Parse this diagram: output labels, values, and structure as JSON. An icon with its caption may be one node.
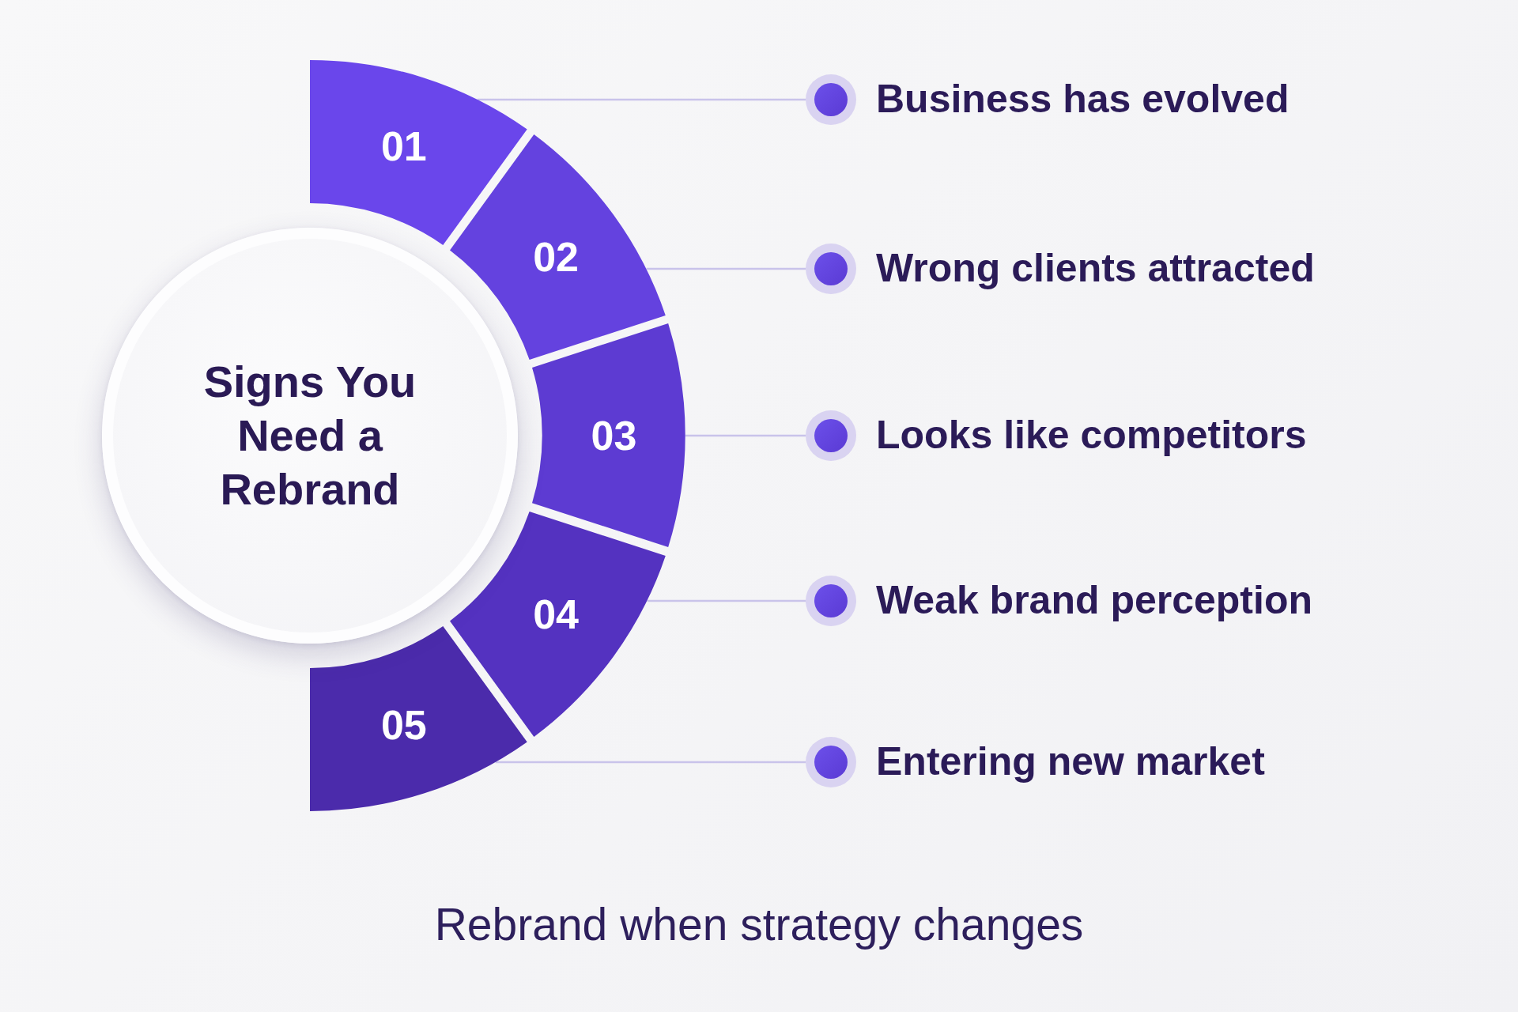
{
  "diagram": {
    "caption": "Rebrand when strategy changes",
    "nodes": [
      {
        "text": [
          "Signs You Need a Rebrand"
        ]
      },
      {
        "text": [
          "01"
        ]
      },
      {
        "text": [
          "02"
        ]
      },
      {
        "text": [
          "03"
        ]
      },
      {
        "text": [
          "04"
        ]
      },
      {
        "text": [
          "05"
        ]
      },
      {
        "text": [],
        "shape": "circle",
        "beside": [
          "Business has evolved"
        ]
      },
      {
        "text": [],
        "shape": "circle",
        "beside": [
          "Wrong clients attracted"
        ]
      },
      {
        "text": [],
        "shape": "circle",
        "beside": [
          "Looks like competitors"
        ]
      },
      {
        "text": [],
        "shape": "circle",
        "beside": [
          "Weak brand perception"
        ]
      },
      {
        "text": [],
        "shape": "circle",
        "beside": [
          "Entering new market"
        ]
      }
    ],
    "edges": [
      {
        "from": 1,
        "to": 6,
        "arrow": "none"
      },
      {
        "from": 2,
        "to": 7,
        "arrow": "none"
      },
      {
        "from": 3,
        "to": 8,
        "arrow": "none"
      },
      {
        "from": 4,
        "to": 9,
        "arrow": "none"
      },
      {
        "from": 5,
        "to": 10,
        "arrow": "none"
      }
    ]
  }
}
